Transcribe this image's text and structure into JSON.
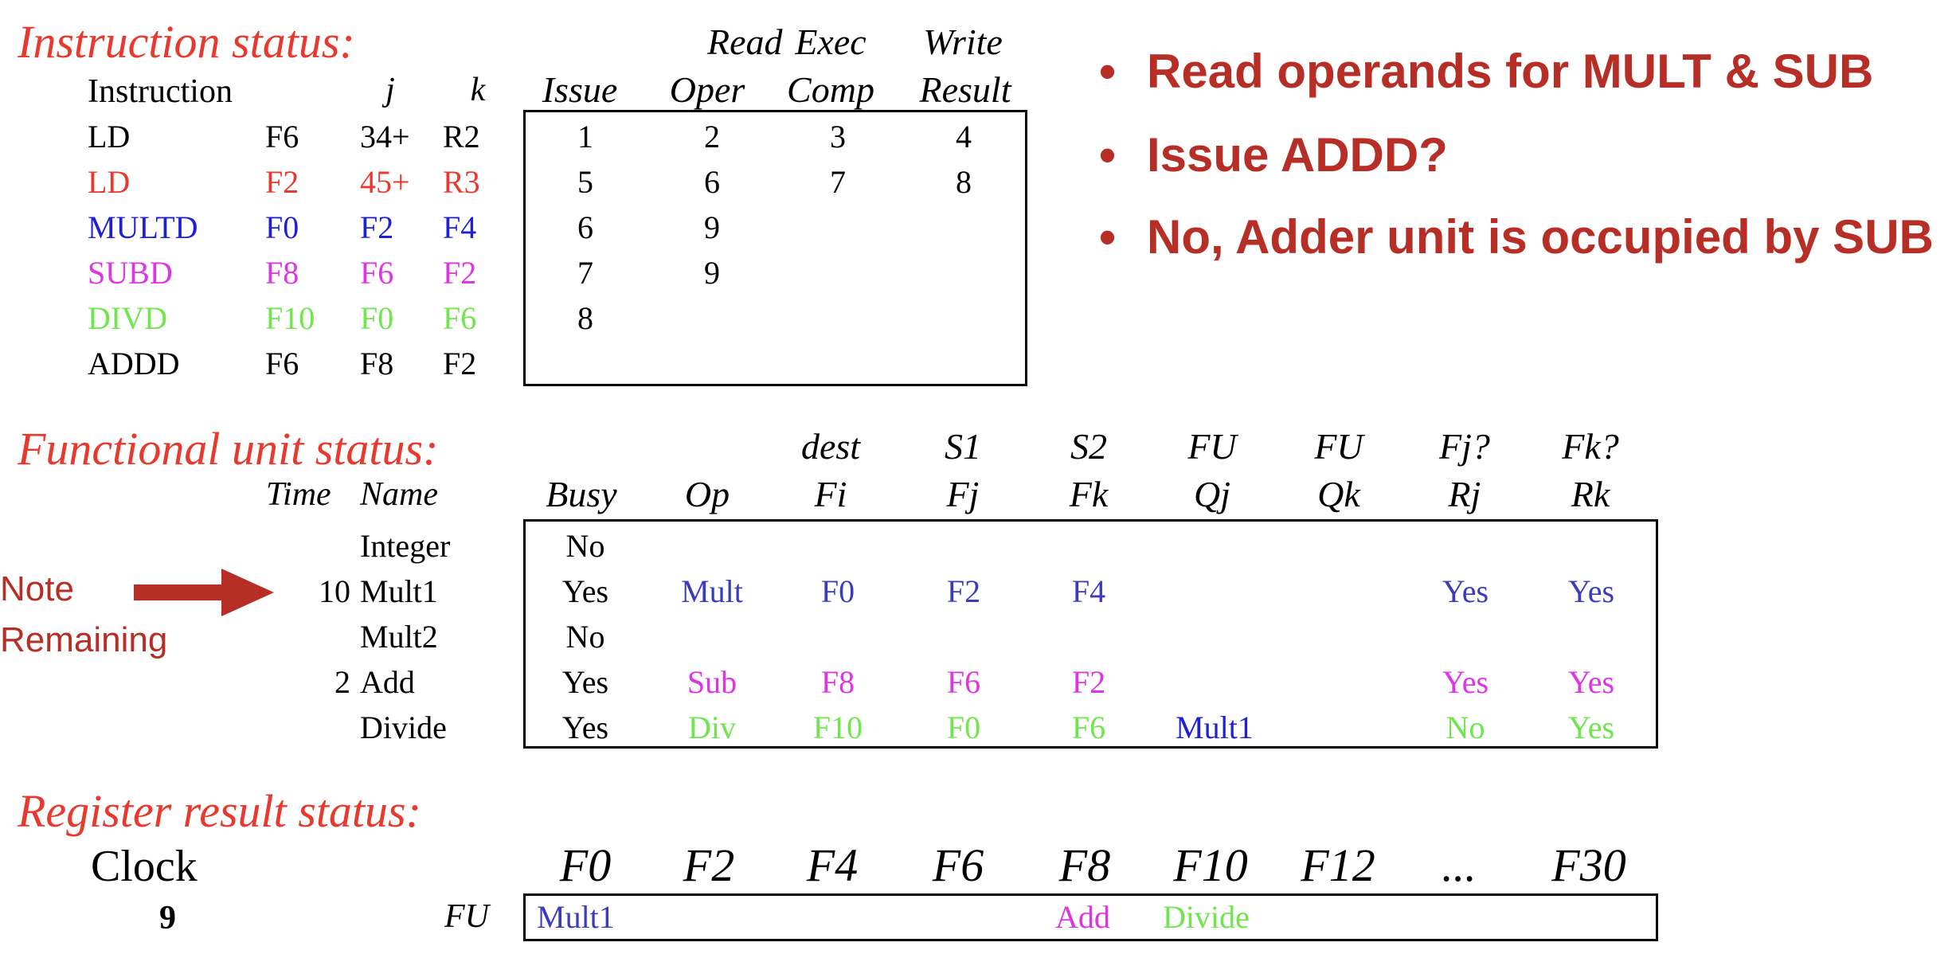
{
  "colors": {
    "title": "#e8392e",
    "bullet": "#b72e26",
    "black": "#000000",
    "red": "#e8392e",
    "blue": "#1f1fd6",
    "slate_blue": "#3b3bbf",
    "magenta": "#e033e6",
    "green": "#6ee64c"
  },
  "instruction_status": {
    "title": "Instruction status:",
    "headers": {
      "instruction": "Instruction",
      "j": "j",
      "k": "k",
      "issue": "Issue",
      "read_top": "Read",
      "read_bottom": "Oper",
      "exec_top": "Exec",
      "exec_bottom": "Comp",
      "write_top": "Write",
      "write_bottom": "Result"
    },
    "rows": [
      {
        "op": "LD",
        "dest": "F6",
        "j": "34+",
        "k": "R2",
        "issue": "1",
        "read": "2",
        "exec": "3",
        "write": "4",
        "color": "black"
      },
      {
        "op": "LD",
        "dest": "F2",
        "j": "45+",
        "k": "R3",
        "issue": "5",
        "read": "6",
        "exec": "7",
        "write": "8",
        "color": "red"
      },
      {
        "op": "MULTD",
        "dest": "F0",
        "j": "F2",
        "k": "F4",
        "issue": "6",
        "read": "9",
        "exec": "",
        "write": "",
        "color": "blue"
      },
      {
        "op": "SUBD",
        "dest": "F8",
        "j": "F6",
        "k": "F2",
        "issue": "7",
        "read": "9",
        "exec": "",
        "write": "",
        "color": "magenta"
      },
      {
        "op": "DIVD",
        "dest": "F10",
        "j": "F0",
        "k": "F6",
        "issue": "8",
        "read": "",
        "exec": "",
        "write": "",
        "color": "green"
      },
      {
        "op": "ADDD",
        "dest": "F6",
        "j": "F8",
        "k": "F2",
        "issue": "",
        "read": "",
        "exec": "",
        "write": "",
        "color": "black"
      }
    ]
  },
  "bullets": [
    "Read operands for MULT & SUB",
    "Issue ADDD?",
    "No, Adder unit is occupied by SUB"
  ],
  "functional_unit_status": {
    "title": "Functional unit status:",
    "headers_top": {
      "fi": "dest",
      "fj": "S1",
      "fk": "S2",
      "qj": "FU",
      "qk": "FU",
      "rj": "Fj?",
      "rk": "Fk?"
    },
    "headers_bottom": {
      "time": "Time",
      "name": "Name",
      "busy": "Busy",
      "op": "Op",
      "fi": "Fi",
      "fj": "Fj",
      "fk": "Fk",
      "qj": "Qj",
      "qk": "Qk",
      "rj": "Rj",
      "rk": "Rk"
    },
    "rows": [
      {
        "time": "",
        "name": "Integer",
        "busy": "No",
        "op": "",
        "fi": "",
        "fj": "",
        "fk": "",
        "qj": "",
        "qk": "",
        "rj": "",
        "rk": "",
        "color": "black"
      },
      {
        "time": "10",
        "name": "Mult1",
        "busy": "Yes",
        "op": "Mult",
        "fi": "F0",
        "fj": "F2",
        "fk": "F4",
        "qj": "",
        "qk": "",
        "rj": "Yes",
        "rk": "Yes",
        "color": "slate_blue"
      },
      {
        "time": "",
        "name": "Mult2",
        "busy": "No",
        "op": "",
        "fi": "",
        "fj": "",
        "fk": "",
        "qj": "",
        "qk": "",
        "rj": "",
        "rk": "",
        "color": "black"
      },
      {
        "time": "2",
        "name": "Add",
        "busy": "Yes",
        "op": "Sub",
        "fi": "F8",
        "fj": "F6",
        "fk": "F2",
        "qj": "",
        "qk": "",
        "rj": "Yes",
        "rk": "Yes",
        "color": "magenta"
      },
      {
        "time": "",
        "name": "Divide",
        "busy": "Yes",
        "op": "Div",
        "fi": "F10",
        "fj": "F0",
        "fk": "F6",
        "qj": "Mult1",
        "qk": "",
        "rj": "No",
        "rk": "Yes",
        "color": "green",
        "qj_color": "blue"
      }
    ]
  },
  "note": {
    "line1": "Note",
    "line2": "Remaining",
    "arrow": "right-arrow-icon"
  },
  "register_result_status": {
    "title": "Register result status:",
    "clock_label": "Clock",
    "clock_value": "9",
    "fu_label": "FU",
    "registers": [
      "F0",
      "F2",
      "F4",
      "F6",
      "F8",
      "F10",
      "F12",
      "...",
      "F30"
    ],
    "values": [
      {
        "text": "Mult1",
        "color": "slate_blue"
      },
      {
        "text": "",
        "color": "black"
      },
      {
        "text": "",
        "color": "black"
      },
      {
        "text": "",
        "color": "black"
      },
      {
        "text": "Add",
        "color": "magenta"
      },
      {
        "text": "Divide",
        "color": "green"
      },
      {
        "text": "",
        "color": "black"
      },
      {
        "text": "",
        "color": "black"
      },
      {
        "text": "",
        "color": "black"
      }
    ]
  }
}
